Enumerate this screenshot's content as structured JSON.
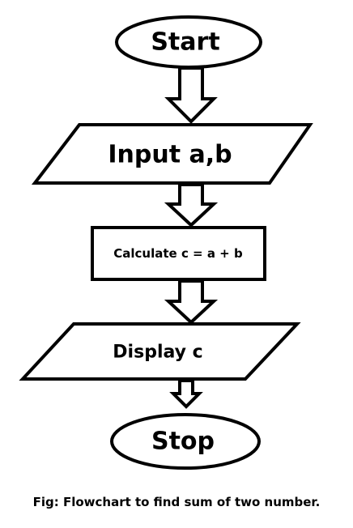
{
  "diagram": {
    "nodes": [
      {
        "id": "start",
        "shape": "terminal",
        "label": "Start"
      },
      {
        "id": "input",
        "shape": "parallelogram",
        "label": "Input a,b"
      },
      {
        "id": "process",
        "shape": "rectangle",
        "label": "Calculate c = a + b"
      },
      {
        "id": "output",
        "shape": "parallelogram",
        "label": "Display c"
      },
      {
        "id": "stop",
        "shape": "terminal",
        "label": "Stop"
      }
    ],
    "edges": [
      {
        "from": "start",
        "to": "input",
        "style": "hollow-block-arrow"
      },
      {
        "from": "input",
        "to": "process",
        "style": "hollow-block-arrow"
      },
      {
        "from": "process",
        "to": "output",
        "style": "hollow-block-arrow"
      },
      {
        "from": "output",
        "to": "stop",
        "style": "hollow-block-arrow"
      }
    ],
    "caption": "Fig: Flowchart to find sum of two number.",
    "stroke_color": "#000000",
    "fill_color": "#ffffff"
  }
}
